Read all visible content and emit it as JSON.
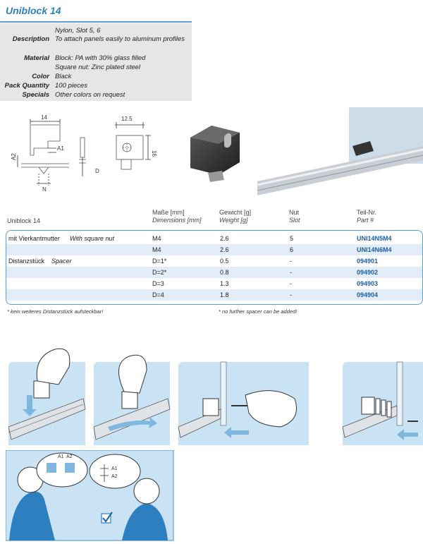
{
  "product": {
    "title": "Uniblock 14",
    "specs": [
      {
        "label": "",
        "value": "Nylon, Slot 5, 6"
      },
      {
        "label": "Description",
        "value": "To attach panels easily to aluminum profiles"
      },
      {
        "label": "",
        "value": ""
      },
      {
        "label": "Material",
        "value": "Block: PA with 30% glass filled"
      },
      {
        "label": "",
        "value": "Square nut: Zinc plated steel"
      },
      {
        "label": "Color",
        "value": "Black"
      },
      {
        "label": "Pack Quantity",
        "value": "100 pieces"
      },
      {
        "label": "Specials",
        "value": "Other colors on request"
      }
    ]
  },
  "drawing": {
    "dim_14": "14",
    "dim_a1": "A1",
    "dim_a2": "A2",
    "dim_n": "N",
    "dim_d": "D",
    "dim_12_5": "12.5",
    "dim_16": "16"
  },
  "table": {
    "product_col": "Uniblock 14",
    "headers": [
      {
        "de": "Maße [mm]",
        "en": "Dimensions [mm]"
      },
      {
        "de": "Gewicht [g]",
        "en": "Weight [g]"
      },
      {
        "de": "Nut",
        "en": "Slot"
      },
      {
        "de": "Teil-Nr.",
        "en": "Part #"
      }
    ],
    "rows": [
      {
        "desc_de": "mit Vierkantmutter",
        "desc_en": "With square nut",
        "dim": "M4",
        "weight": "2.6",
        "slot": "5",
        "part": "UNI14N5M4"
      },
      {
        "desc_de": "",
        "desc_en": "",
        "dim": "M4",
        "weight": "2.6",
        "slot": "6",
        "part": "UNI14N6M4"
      },
      {
        "desc_de": "Distanzstück",
        "desc_en": "Spacer",
        "dim": "D=1*",
        "weight": "0.5",
        "slot": "-",
        "part": "094901"
      },
      {
        "desc_de": "",
        "desc_en": "",
        "dim": "D=2*",
        "weight": "0.8",
        "slot": "-",
        "part": "094902"
      },
      {
        "desc_de": "",
        "desc_en": "",
        "dim": "D=3",
        "weight": "1.3",
        "slot": "-",
        "part": "094903"
      },
      {
        "desc_de": "",
        "desc_en": "",
        "dim": "D=4",
        "weight": "1.8",
        "slot": "-",
        "part": "094904"
      }
    ],
    "note_de": "* kein weiteres Distanzstück aufsteckbar!",
    "note_en": "* no further spacer can be added!"
  },
  "illustration": {
    "bubble_a1": "A1",
    "bubble_a2": "A2"
  },
  "colors": {
    "accent": "#2e7fbf",
    "part_number": "#1a5fa8",
    "row_alt": "#e3edf7",
    "spec_bg": "#e6e6e6",
    "illustration_bg": "#c9e3f5"
  }
}
